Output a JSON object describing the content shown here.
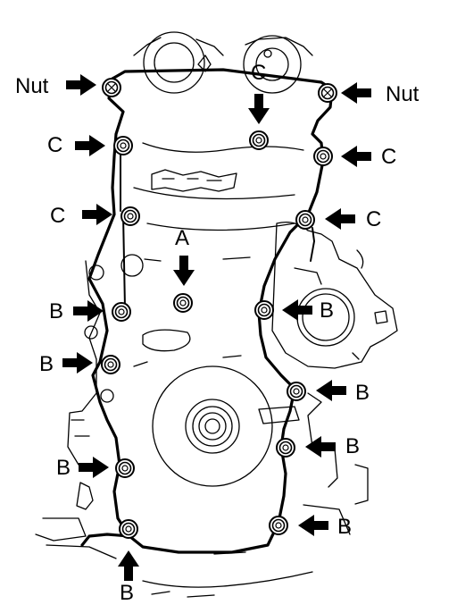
{
  "diagram": {
    "labels": {
      "nut_left": "Nut",
      "nut_right": "Nut",
      "c1": "C",
      "c2": "C",
      "c3": "C",
      "c4": "C",
      "c_top": "C",
      "a": "A",
      "b1": "B",
      "b2": "B",
      "b3": "B",
      "b4": "B",
      "b5": "B",
      "b6": "B",
      "b7": "B",
      "b8": "B"
    },
    "fasteners": [
      {
        "id": "nut-left",
        "type": "Nut"
      },
      {
        "id": "nut-right",
        "type": "Nut"
      },
      {
        "id": "bolt-c-top",
        "type": "C"
      },
      {
        "id": "bolt-c-left-1",
        "type": "C"
      },
      {
        "id": "bolt-c-right-1",
        "type": "C"
      },
      {
        "id": "bolt-c-left-2",
        "type": "C"
      },
      {
        "id": "bolt-c-right-2",
        "type": "C"
      },
      {
        "id": "bolt-a",
        "type": "A"
      },
      {
        "id": "bolt-b-left-1",
        "type": "B"
      },
      {
        "id": "bolt-b-right-1",
        "type": "B"
      },
      {
        "id": "bolt-b-left-2",
        "type": "B"
      },
      {
        "id": "bolt-b-right-2",
        "type": "B"
      },
      {
        "id": "bolt-b-right-3",
        "type": "B"
      },
      {
        "id": "bolt-b-left-3",
        "type": "B"
      },
      {
        "id": "bolt-b-right-4",
        "type": "B"
      },
      {
        "id": "bolt-b-bottom",
        "type": "B"
      }
    ]
  }
}
